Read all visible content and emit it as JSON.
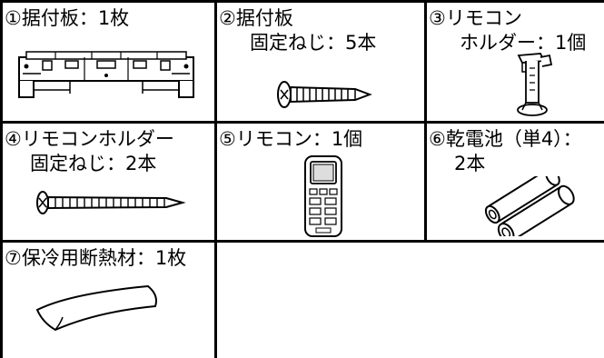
{
  "parts": [
    {
      "lines": [
        "①据付板：1枚"
      ],
      "icon": "mounting-plate-icon"
    },
    {
      "lines": [
        "②据付板",
        "固定ねじ：5本"
      ],
      "icon": "screw-icon"
    },
    {
      "lines": [
        "③リモコン",
        "ホルダー：1個"
      ],
      "icon": "remote-holder-icon"
    },
    {
      "lines": [
        "④リモコンホルダー",
        "固定ねじ：2本"
      ],
      "icon": "long-screw-icon"
    },
    {
      "lines": [
        "⑤リモコン：1個"
      ],
      "icon": "remote-control-icon"
    },
    {
      "lines": [
        "⑥乾電池（単4）：",
        "2本"
      ],
      "icon": "batteries-icon"
    },
    {
      "lines": [
        "⑦保冷用断熱材：1枚"
      ],
      "icon": "insulation-sheet-icon"
    }
  ]
}
